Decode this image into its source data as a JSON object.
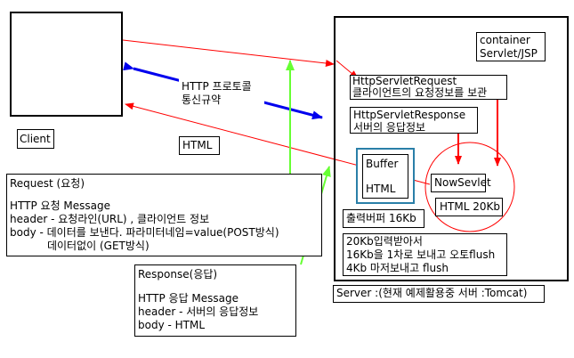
{
  "client": {
    "label": "Client"
  },
  "protocol": {
    "line1": "HTTP 프로토콜",
    "line2": "통신규약"
  },
  "html_label": "HTML",
  "request_box": {
    "title": "Request (요청)",
    "lines": [
      "HTTP 요청 Message",
      "header - 요청라인(URL) , 클라이언트 정보",
      "body - 데이터를 보낸다. 파라미터네임=value(POST방식)",
      "           데이터없이 (GET방식)"
    ]
  },
  "response_box": {
    "title": "Response(응답)",
    "lines": [
      "HTTP 응답 Message",
      "header - 서버의 응답정보",
      "body - HTML"
    ]
  },
  "server": {
    "caption": "Server :(현재 예제활용중 서버 :Tomcat)",
    "container": {
      "line1": "container",
      "line2": "Servlet/JSP"
    },
    "request_obj": {
      "name": "HttpServletRequest",
      "desc": "클라이언트의 요청정보를 보관"
    },
    "response_obj": {
      "name": "HttpServletResponse",
      "desc": "서버의 응답정보"
    },
    "buffer": {
      "title": "Buffer",
      "content": "HTML"
    },
    "servlet": {
      "name": "NowSevlet",
      "output": "HTML 20Kb"
    },
    "output_buffer": "출력버퍼 16Kb",
    "flush_note": {
      "lines": [
        "20Kb입력받아서",
        "16Kb을 1차로 보내고 오토flush",
        "4Kb 마저보내고 flush"
      ]
    }
  },
  "colors": {
    "red": "#ff0000",
    "blue": "#0000ee",
    "green": "#66ff33",
    "buffer_border": "#2a7fa8"
  }
}
